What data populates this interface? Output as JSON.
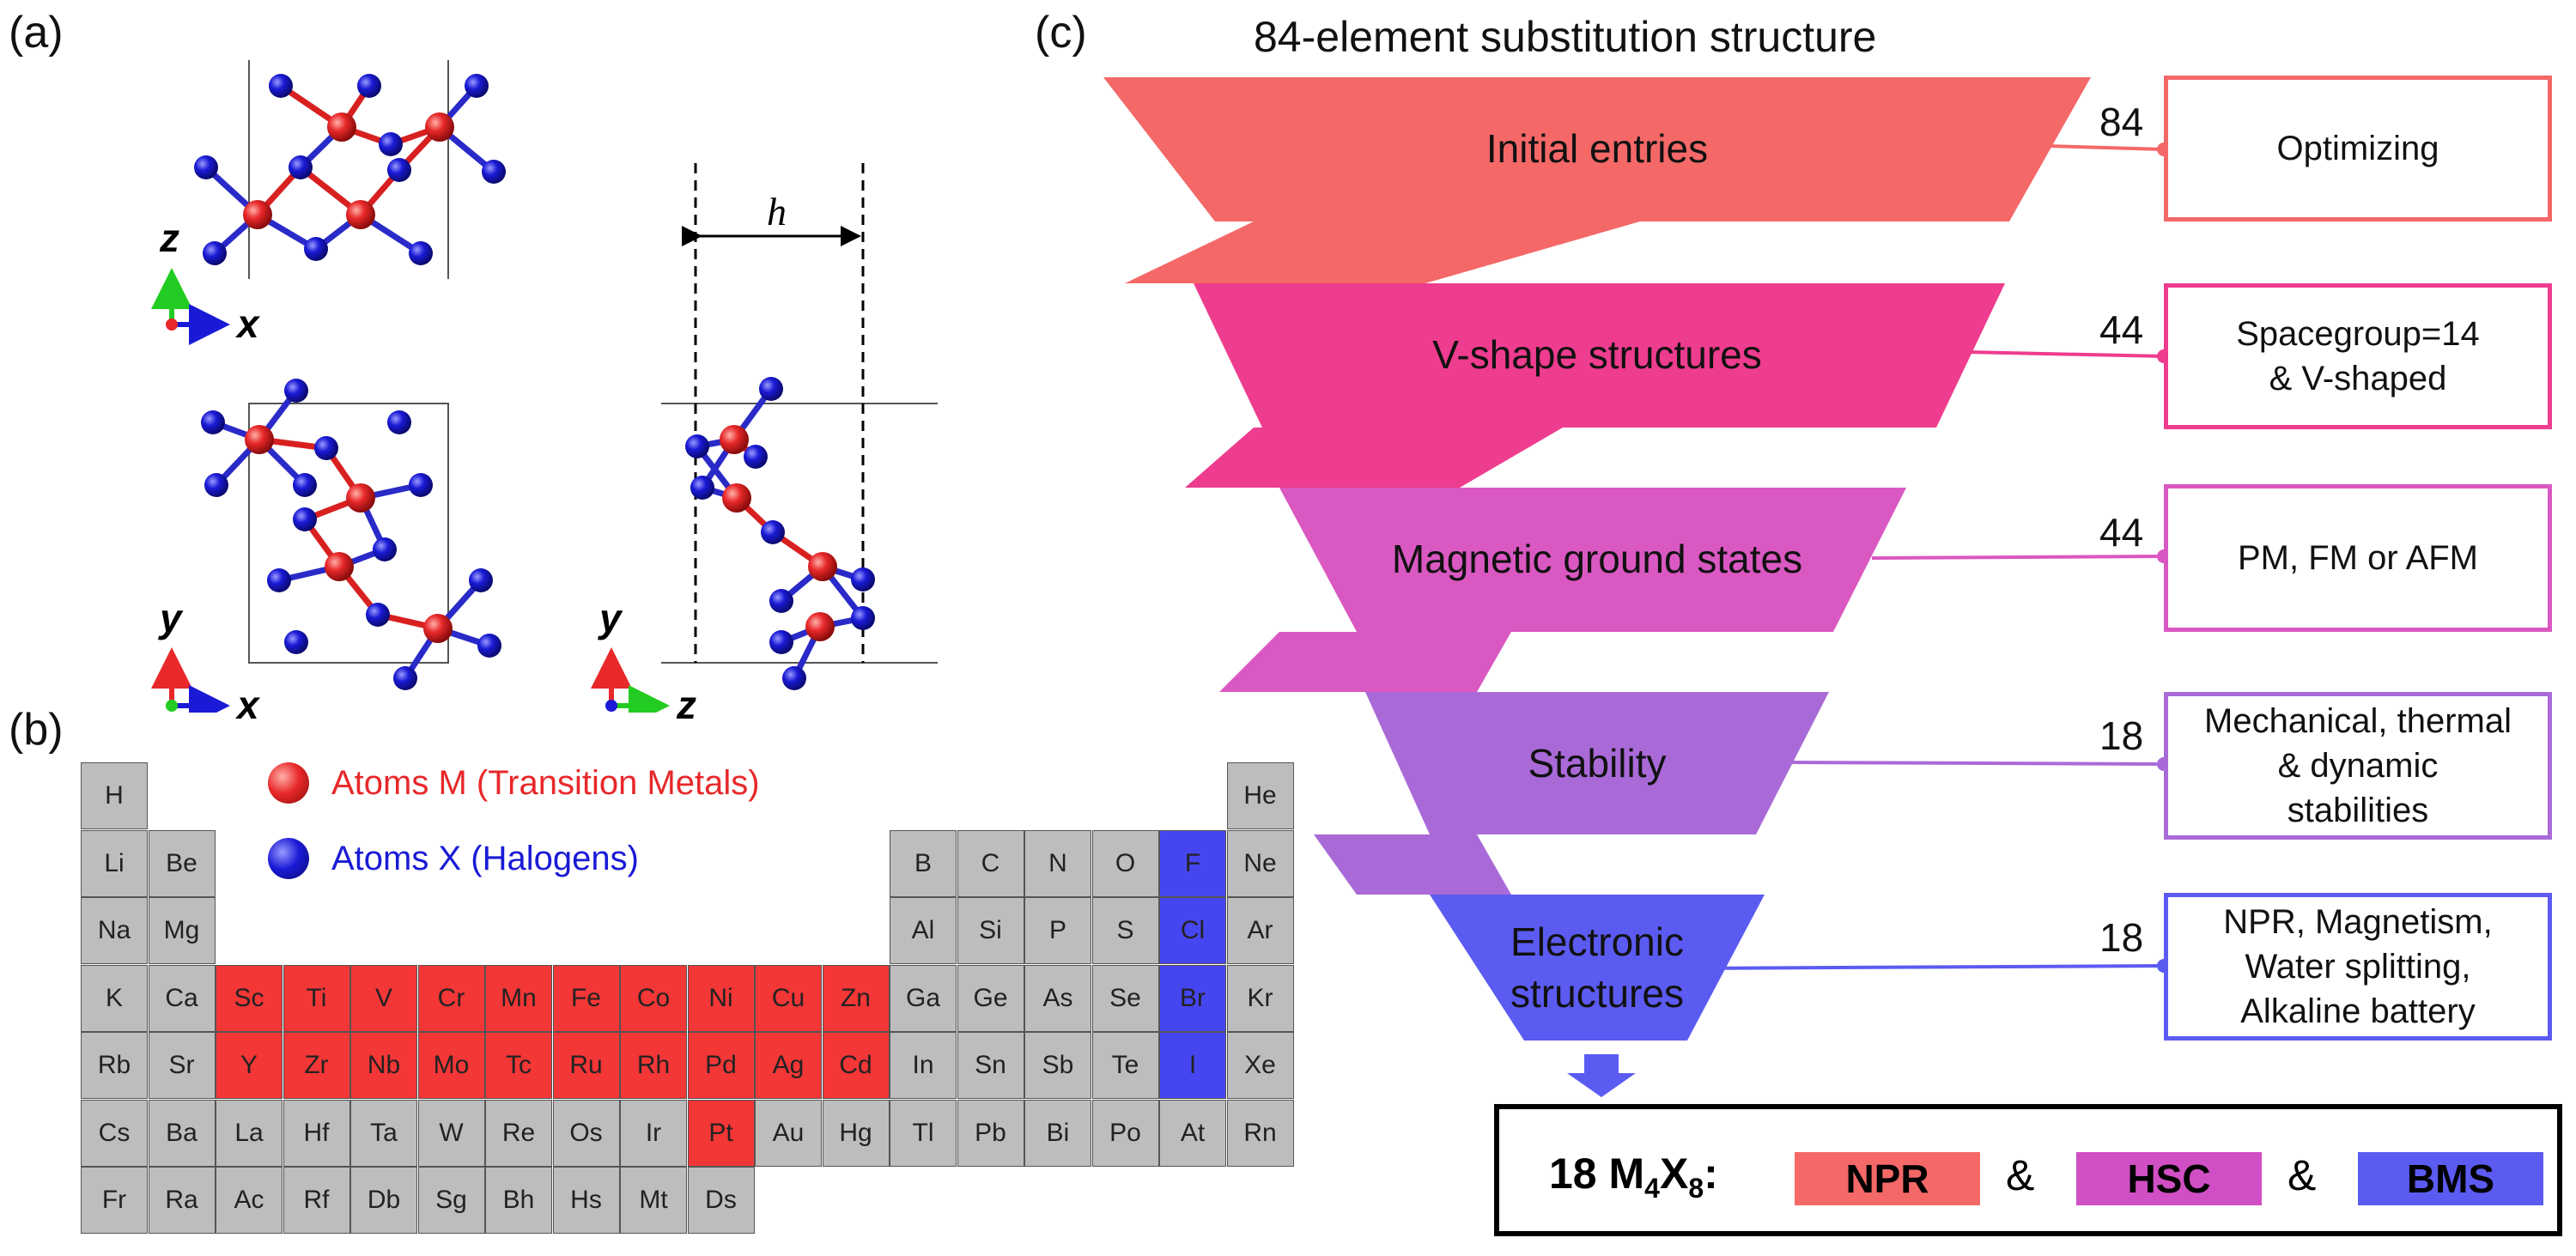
{
  "panels": {
    "a": "(a)",
    "b": "(b)",
    "c": "(c)"
  },
  "structure": {
    "axes_top": {
      "vertical": "z",
      "horizontal": "x"
    },
    "axes_bottom_left": {
      "vertical": "y",
      "horizontal": "x"
    },
    "axes_bottom_right": {
      "vertical": "y",
      "horizontal": "z"
    },
    "thickness_label": "h"
  },
  "legend": {
    "metal": "Atoms M (Transition Metals)",
    "halogen": "Atoms X (Halogens)"
  },
  "periodic_table": {
    "rows": [
      [
        [
          "H",
          0,
          "o"
        ],
        [
          "He",
          17,
          "o"
        ]
      ],
      [
        [
          "Li",
          0,
          "o"
        ],
        [
          "Be",
          1,
          "o"
        ],
        [
          "B",
          12,
          "o"
        ],
        [
          "C",
          13,
          "o"
        ],
        [
          "N",
          14,
          "o"
        ],
        [
          "O",
          15,
          "o"
        ],
        [
          "F",
          16,
          "h"
        ],
        [
          "Ne",
          17,
          "o"
        ]
      ],
      [
        [
          "Na",
          0,
          "o"
        ],
        [
          "Mg",
          1,
          "o"
        ],
        [
          "Al",
          12,
          "o"
        ],
        [
          "Si",
          13,
          "o"
        ],
        [
          "P",
          14,
          "o"
        ],
        [
          "S",
          15,
          "o"
        ],
        [
          "Cl",
          16,
          "h"
        ],
        [
          "Ar",
          17,
          "o"
        ]
      ],
      [
        [
          "K",
          0,
          "o"
        ],
        [
          "Ca",
          1,
          "o"
        ],
        [
          "Sc",
          2,
          "t"
        ],
        [
          "Ti",
          3,
          "t"
        ],
        [
          "V",
          4,
          "t"
        ],
        [
          "Cr",
          5,
          "t"
        ],
        [
          "Mn",
          6,
          "t"
        ],
        [
          "Fe",
          7,
          "t"
        ],
        [
          "Co",
          8,
          "t"
        ],
        [
          "Ni",
          9,
          "t"
        ],
        [
          "Cu",
          10,
          "t"
        ],
        [
          "Zn",
          11,
          "t"
        ],
        [
          "Ga",
          12,
          "o"
        ],
        [
          "Ge",
          13,
          "o"
        ],
        [
          "As",
          14,
          "o"
        ],
        [
          "Se",
          15,
          "o"
        ],
        [
          "Br",
          16,
          "h"
        ],
        [
          "Kr",
          17,
          "o"
        ]
      ],
      [
        [
          "Rb",
          0,
          "o"
        ],
        [
          "Sr",
          1,
          "o"
        ],
        [
          "Y",
          2,
          "t"
        ],
        [
          "Zr",
          3,
          "t"
        ],
        [
          "Nb",
          4,
          "t"
        ],
        [
          "Mo",
          5,
          "t"
        ],
        [
          "Tc",
          6,
          "t"
        ],
        [
          "Ru",
          7,
          "t"
        ],
        [
          "Rh",
          8,
          "t"
        ],
        [
          "Pd",
          9,
          "t"
        ],
        [
          "Ag",
          10,
          "t"
        ],
        [
          "Cd",
          11,
          "t"
        ],
        [
          "In",
          12,
          "o"
        ],
        [
          "Sn",
          13,
          "o"
        ],
        [
          "Sb",
          14,
          "o"
        ],
        [
          "Te",
          15,
          "o"
        ],
        [
          "I",
          16,
          "h"
        ],
        [
          "Xe",
          17,
          "o"
        ]
      ],
      [
        [
          "Cs",
          0,
          "o"
        ],
        [
          "Ba",
          1,
          "o"
        ],
        [
          "La",
          2,
          "o"
        ],
        [
          "Hf",
          3,
          "o"
        ],
        [
          "Ta",
          4,
          "o"
        ],
        [
          "W",
          5,
          "o"
        ],
        [
          "Re",
          6,
          "o"
        ],
        [
          "Os",
          7,
          "o"
        ],
        [
          "Ir",
          8,
          "o"
        ],
        [
          "Pt",
          9,
          "t"
        ],
        [
          "Au",
          10,
          "o"
        ],
        [
          "Hg",
          11,
          "o"
        ],
        [
          "Tl",
          12,
          "o"
        ],
        [
          "Pb",
          13,
          "o"
        ],
        [
          "Bi",
          14,
          "o"
        ],
        [
          "Po",
          15,
          "o"
        ],
        [
          "At",
          16,
          "o"
        ],
        [
          "Rn",
          17,
          "o"
        ]
      ],
      [
        [
          "Fr",
          0,
          "o"
        ],
        [
          "Ra",
          1,
          "o"
        ],
        [
          "Ac",
          2,
          "o"
        ],
        [
          "Rf",
          3,
          "o"
        ],
        [
          "Db",
          4,
          "o"
        ],
        [
          "Sg",
          5,
          "o"
        ],
        [
          "Bh",
          6,
          "o"
        ],
        [
          "Hs",
          7,
          "o"
        ],
        [
          "Mt",
          8,
          "o"
        ],
        [
          "Ds",
          9,
          "o"
        ]
      ]
    ]
  },
  "funnel": {
    "title": "84-element substitution structure",
    "stages": [
      {
        "label": "Initial entries",
        "count": "84",
        "box": "Optimizing",
        "color": "#f46868"
      },
      {
        "label": "V-shape structures",
        "count": "44",
        "box": "Spacegroup=14\n& V-shaped",
        "color": "#ee3c8e"
      },
      {
        "label": "Magnetic ground states",
        "count": "44",
        "box": "PM, FM or AFM",
        "color": "#da58c2"
      },
      {
        "label": "Stability",
        "count": "18",
        "box": "Mechanical, thermal\n& dynamic\nstabilities",
        "color": "#a96ad8"
      },
      {
        "label": "Electronic\nstructures",
        "count": "18",
        "box": "NPR, Magnetism,\nWater splitting,\nAlkaline battery",
        "color": "#5b5bf2"
      }
    ]
  },
  "summary": {
    "prefix": "18 M",
    "sub1": "4",
    "mid": "X",
    "sub2": "8",
    "colon": ":",
    "amp": "&",
    "badges": [
      {
        "label": "NPR",
        "color": "#f46868"
      },
      {
        "label": "HSC",
        "color": "#d04fc4"
      },
      {
        "label": "BMS",
        "color": "#5b5bf2"
      }
    ]
  },
  "colors": {
    "metal": "#e8282a",
    "halogen": "#1a1ad6",
    "bond": "#3a3ad0",
    "grey_cell": "#bdbdbd"
  }
}
